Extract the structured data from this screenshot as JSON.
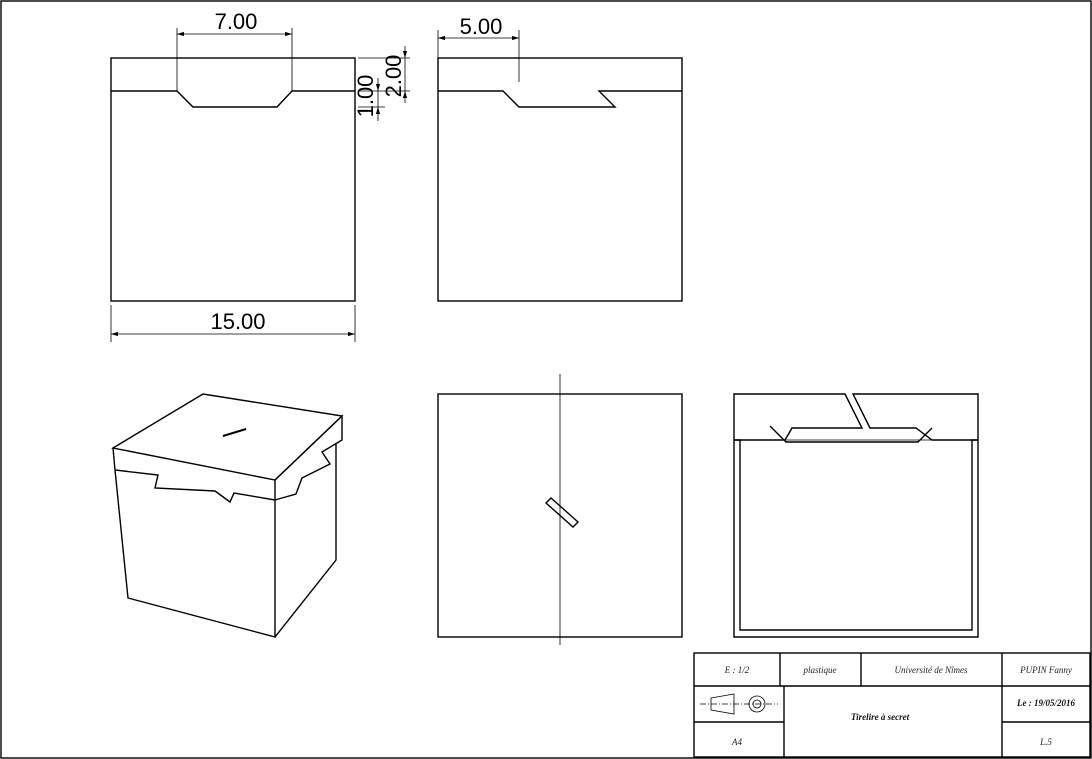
{
  "dimensions": {
    "front_notch_width": "7.00",
    "side_notch_width": "5.00",
    "lid_height": "2.00",
    "notch_depth": "1.00",
    "overall_width": "15.00"
  },
  "title_block": {
    "scale": "E : 1/2",
    "material": "plastique",
    "institution": "Université de Nîmes",
    "author": "PUPIN Fanny",
    "date": "Le : 19/05/2016",
    "title": "Tirelire à secret",
    "format": "A4",
    "sheet_ref": "L.5"
  },
  "colors": {
    "line": "#000000",
    "paper": "#ffffff"
  }
}
